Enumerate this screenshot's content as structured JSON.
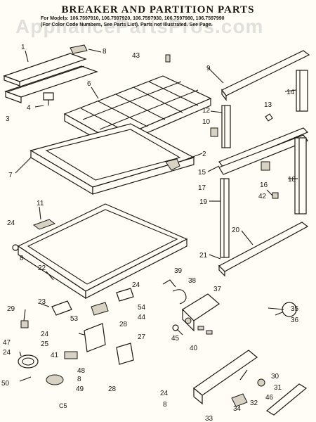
{
  "title": "BREAKER AND PARTITION PARTS",
  "subtitle_line1": "For Models: 106.7597910, 106.7597920, 106.7597930, 106.7597980, 106.7597990",
  "subtitle_line2": "(For Color Code Numbers, See Parts List). Parts not Illustrated. See Page.",
  "watermark": "AppliancePartsPros.com",
  "page_code": "C5",
  "callouts": [
    "1",
    "8",
    "43",
    "9",
    "14",
    "13",
    "3",
    "4",
    "6",
    "12",
    "10",
    "2",
    "7",
    "15",
    "16",
    "18",
    "17",
    "42",
    "19",
    "11",
    "24",
    "20",
    "21",
    "8",
    "22",
    "39",
    "38",
    "37",
    "23",
    "24",
    "54",
    "44",
    "29",
    "53",
    "28",
    "35",
    "36",
    "24",
    "25",
    "45",
    "40",
    "47",
    "41",
    "27",
    "24",
    "48",
    "8",
    "30",
    "31",
    "46",
    "50",
    "49",
    "28",
    "32",
    "24",
    "8",
    "34",
    "33"
  ]
}
